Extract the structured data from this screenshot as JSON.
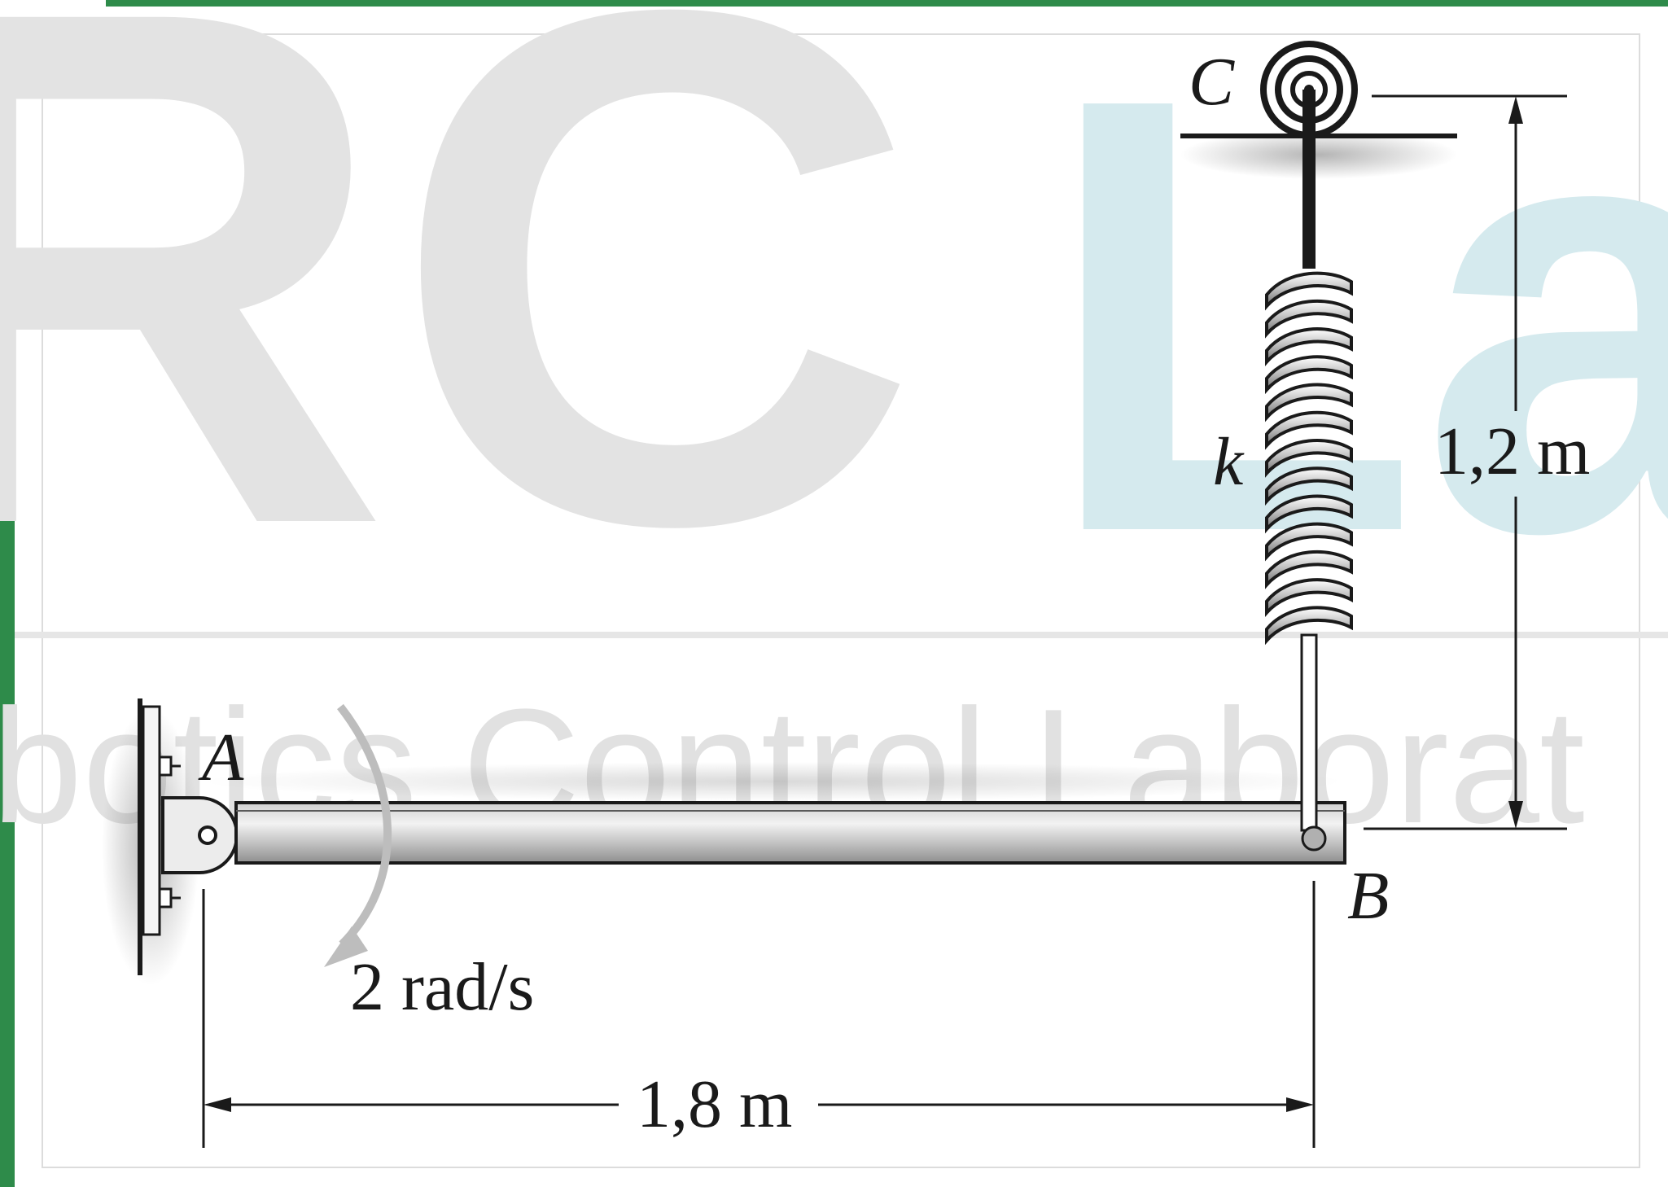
{
  "watermark": {
    "letters_big": "RC",
    "letters_teal": "La",
    "line": "botics Control Laborat"
  },
  "labels": {
    "point_a": "A",
    "point_b": "B",
    "point_c": "C",
    "spring_k": "k",
    "angular_velocity": "2 rad/s",
    "dim_vertical": "1,2 m",
    "dim_horizontal": "1,8 m"
  },
  "colors": {
    "frame_green": "#2e8b4a",
    "watermark_gray": "#e3e3e3",
    "watermark_teal": "#d5eaee",
    "ink": "#1a1a1a",
    "rod_light": "#e6e6e6",
    "rod_mid": "#b9b9b9",
    "arrow_gray": "#bdbdbd"
  }
}
